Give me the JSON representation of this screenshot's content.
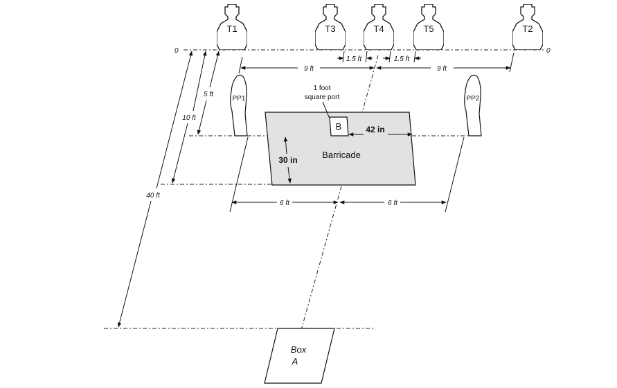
{
  "targets": {
    "t1": "T1",
    "t3": "T3",
    "t4": "T4",
    "t5": "T5",
    "t2": "T2"
  },
  "poppers": {
    "pp1": "PP1",
    "pp2": "PP2"
  },
  "zero_left": "0",
  "zero_right": "0",
  "dimensions": {
    "spacing_left_9ft": "9 ft",
    "spacing_right_9ft": "9 ft",
    "spacing_t3_t4": "1.5 ft",
    "spacing_t4_t5": "1.5 ft",
    "dist_5ft": "5 ft",
    "dist_10ft": "10 ft",
    "dist_40ft": "40 ft",
    "offset_left_6ft": "6 ft",
    "offset_right_6ft": "6 ft",
    "port_offset": "42 in",
    "barricade_depth": "30 in"
  },
  "port_label_line1": "1 foot",
  "port_label_line2": "square port",
  "port_letter": "B",
  "barricade_label": "Barricade",
  "box_line1": "Box",
  "box_line2": "A"
}
